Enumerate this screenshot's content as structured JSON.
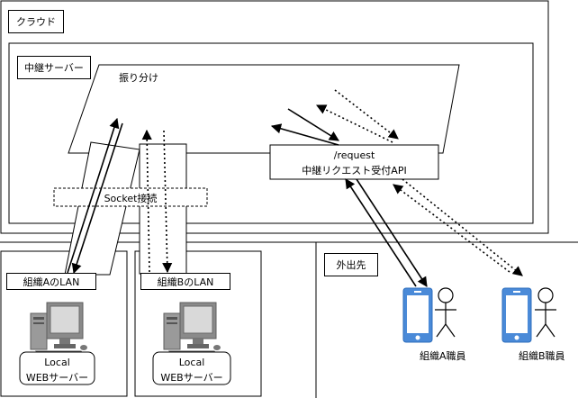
{
  "cloud": {
    "label": "クラウド"
  },
  "relay_server": {
    "label": "中継サーバー"
  },
  "distribution": {
    "label": "振り分け"
  },
  "api": {
    "path": "/request",
    "name": "中継リクエスト受付API"
  },
  "socket": {
    "label": "Socket接続"
  },
  "outside": {
    "label": "外出先"
  },
  "org_a": {
    "lan_label": "組織AのLAN",
    "server_line1": "Local",
    "server_line2": "WEBサーバー",
    "staff_label": "組織A職員"
  },
  "org_b": {
    "lan_label": "組織BのLAN",
    "server_line1": "Local",
    "server_line2": "WEBサーバー",
    "staff_label": "組織B職員"
  },
  "icons": {
    "computer": "desktop-computer-icon",
    "phone": "smartphone-icon",
    "person": "person-icon"
  },
  "colors": {
    "phone_blue": "#4a8ad8",
    "phone_dark": "#2f6fbd",
    "computer_gray": "#8a8a8a"
  }
}
